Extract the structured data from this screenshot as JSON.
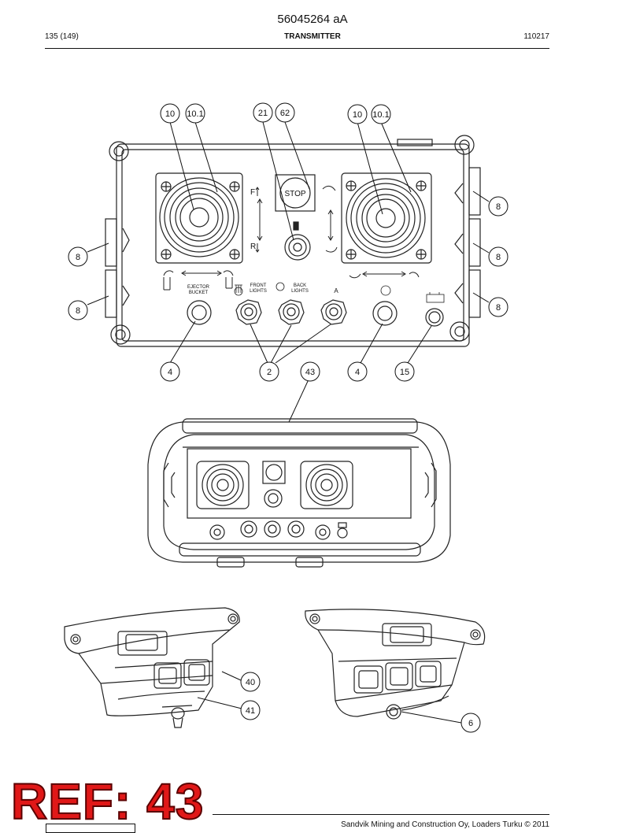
{
  "header": {
    "doc_number": "56045264 aA",
    "page": "135 (149)",
    "section": "TRANSMITTER",
    "date_code": "110217"
  },
  "callouts": {
    "c10a": "10",
    "c101a": "10.1",
    "c21": "21",
    "c62": "62",
    "c10b": "10",
    "c101b": "10.1",
    "c8a": "8",
    "c8b": "8",
    "c8c": "8",
    "c8d": "8",
    "c8e": "8",
    "c4a": "4",
    "c2": "2",
    "c43": "43",
    "c4b": "4",
    "c15": "15",
    "c40": "40",
    "c41": "41",
    "c6": "6"
  },
  "panel_labels": {
    "stop": "STOP",
    "f": "F",
    "r": "R",
    "ejector_1": "EJECTOR",
    "ejector_2": "BUCKET",
    "front_1": "FRONT",
    "front_2": "LIGHTS",
    "back_1": "BACK",
    "back_2": "LIGHTS",
    "a": "A"
  },
  "ref_stamp": "REF: 43",
  "footer": {
    "copyright": "Sandvik Mining and Construction Oy, Loaders Turku © 2011"
  }
}
